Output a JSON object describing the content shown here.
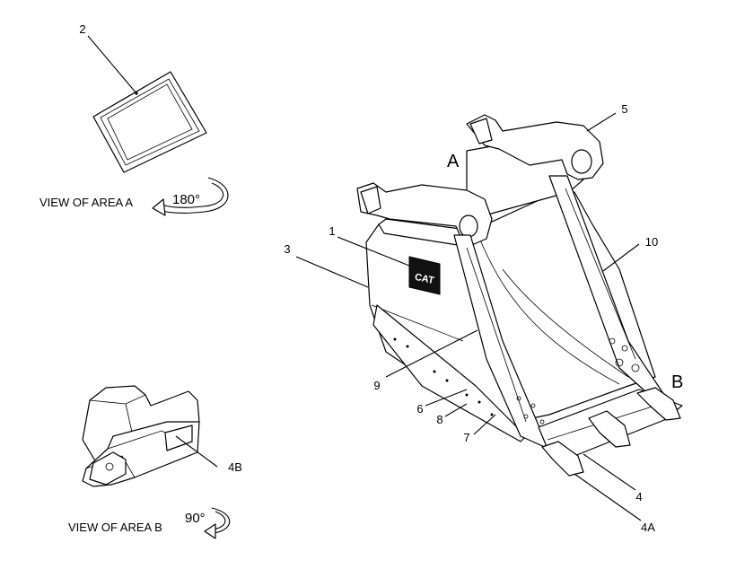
{
  "callouts": {
    "n1": "1",
    "n2": "2",
    "n3": "3",
    "n4": "4",
    "n4a": "4A",
    "n4b": "4B",
    "n5": "5",
    "n6": "6",
    "n7": "7",
    "n8": "8",
    "n9": "9",
    "n10": "10"
  },
  "area_markers": {
    "a": "A",
    "b": "B"
  },
  "views": {
    "area_a": "VIEW OF AREA A",
    "area_b": "VIEW OF AREA B",
    "rotation_a": "180°",
    "rotation_b": "90°"
  },
  "logo": {
    "text": "CAT"
  }
}
